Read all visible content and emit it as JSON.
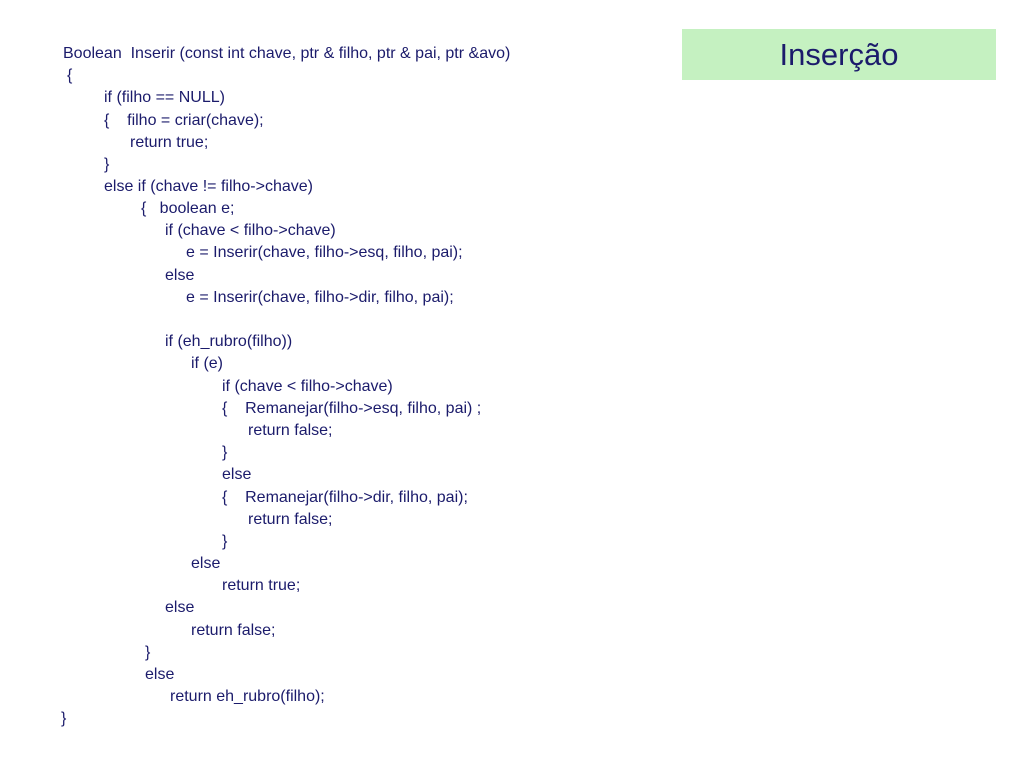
{
  "slide": {
    "title": "Inserção"
  },
  "code": {
    "lines": [
      "Boolean  Inserir (const int chave, ptr & filho, ptr & pai, ptr &avo)",
      "{",
      "if (filho == NULL)",
      "{    filho = criar(chave);",
      "return true;",
      "}",
      "else if (chave != filho->chave)",
      "{   boolean e;",
      "if (chave < filho->chave)",
      "e = Inserir(chave, filho->esq, filho, pai);",
      "else",
      "e = Inserir(chave, filho->dir, filho, pai);",
      "if (eh_rubro(filho))",
      "if (e)",
      "if (chave < filho->chave)",
      "{    Remanejar(filho->esq, filho, pai) ;",
      "return false;",
      "}",
      "else",
      "{    Remanejar(filho->dir, filho, pai);",
      "return false;",
      "}",
      "else",
      "return true;",
      "else",
      "return false;",
      "}",
      "else",
      "return eh_rubro(filho);",
      "}"
    ]
  }
}
